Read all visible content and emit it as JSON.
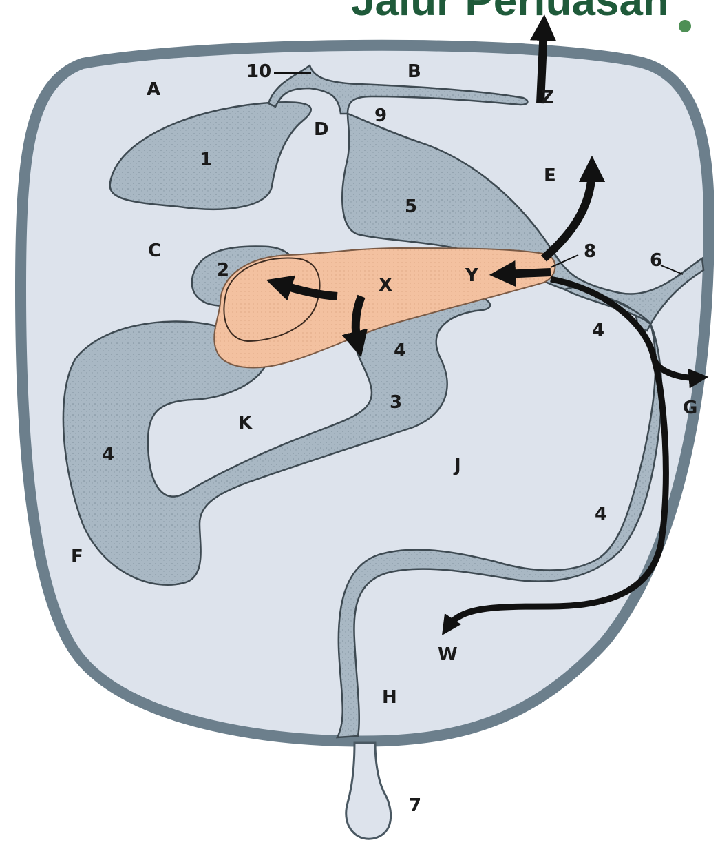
{
  "title": "Jalur Perluasan",
  "labels": {
    "A": "A",
    "B": "B",
    "C": "C",
    "D": "D",
    "E": "E",
    "F": "F",
    "G": "G",
    "H": "H",
    "J": "J",
    "K": "K",
    "W": "W",
    "X": "X",
    "Y": "Y",
    "Z": "Z",
    "n1": "1",
    "n2": "2",
    "n3": "3",
    "n4a": "4",
    "n4b": "4",
    "n4c": "4",
    "n4d": "4",
    "n5": "5",
    "n6": "6",
    "n7": "7",
    "n8": "8",
    "n9": "9",
    "n10": "10"
  },
  "colors": {
    "space": "#dde3ec",
    "wall": "#6c7f8c",
    "stippled": "#a9b8c4",
    "organ": "#f3c1a0",
    "arrow": "#111111",
    "bullet": "#4e8f55"
  }
}
